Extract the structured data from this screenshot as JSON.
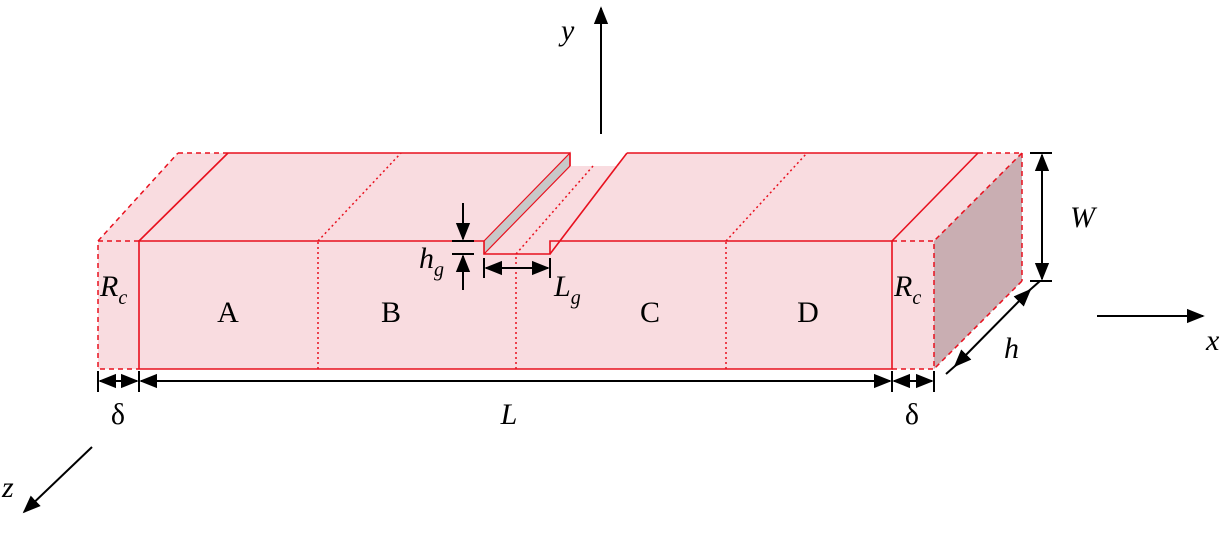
{
  "axes": {
    "x": "x",
    "y": "y",
    "z": "z"
  },
  "segments": [
    "A",
    "B",
    "C",
    "D"
  ],
  "contacts": {
    "left": {
      "label": "R",
      "sub": "c"
    },
    "right": {
      "label": "R",
      "sub": "c"
    }
  },
  "dimensions": {
    "length": "L",
    "width": "W",
    "thickness": "h",
    "delta_left": "δ",
    "delta_right": "δ",
    "gap_length": {
      "label": "L",
      "sub": "g"
    },
    "gap_height": {
      "label": "h",
      "sub": "g"
    }
  },
  "colors": {
    "fill": "#f9dce0",
    "edge": "#e8101e",
    "side_face": "#c9aeb2",
    "groove_wall": "#c8c8c8",
    "arrow": "#000000"
  }
}
